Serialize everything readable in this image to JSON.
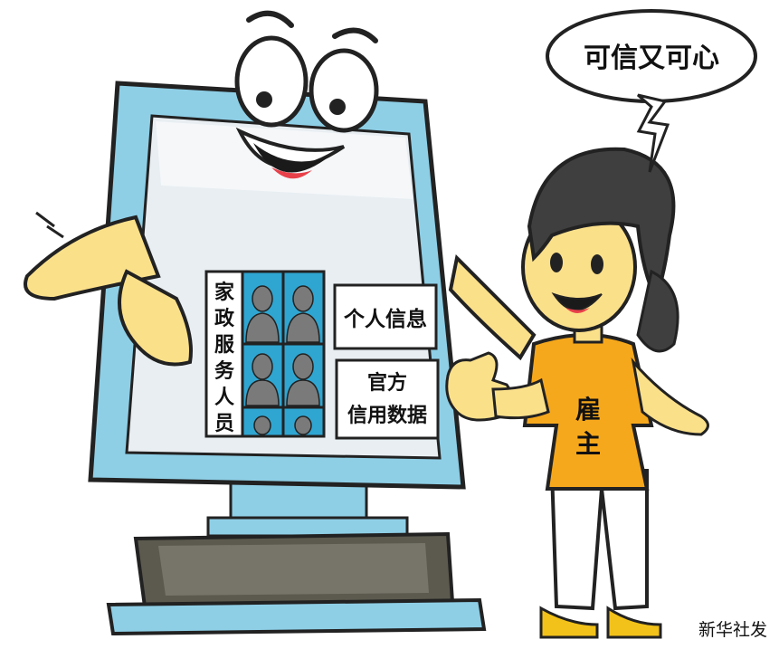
{
  "speech_bubble": {
    "text": "可信又可心"
  },
  "screen": {
    "vertical_label_chars": [
      "家",
      "政",
      "服",
      "务",
      "人",
      "员"
    ],
    "personal_info_label": "个人信息",
    "official_data_label_line1": "官方",
    "official_data_label_line2": "信用数据"
  },
  "employer_shirt": {
    "chars": [
      "雇",
      "主"
    ]
  },
  "credit": {
    "text": "新华社发"
  },
  "colors": {
    "monitor_frame": "#8ecfe6",
    "screen_bg": "#e8eef2",
    "photo_grid": "#2fa6d2",
    "shirt": "#f6a81c",
    "hand": "#fbe08a",
    "stand_dark": "#5c5a4e"
  },
  "icons": [
    "person-silhouette-icon",
    "monitor-mascot-icon",
    "thumbs-up-icon"
  ]
}
